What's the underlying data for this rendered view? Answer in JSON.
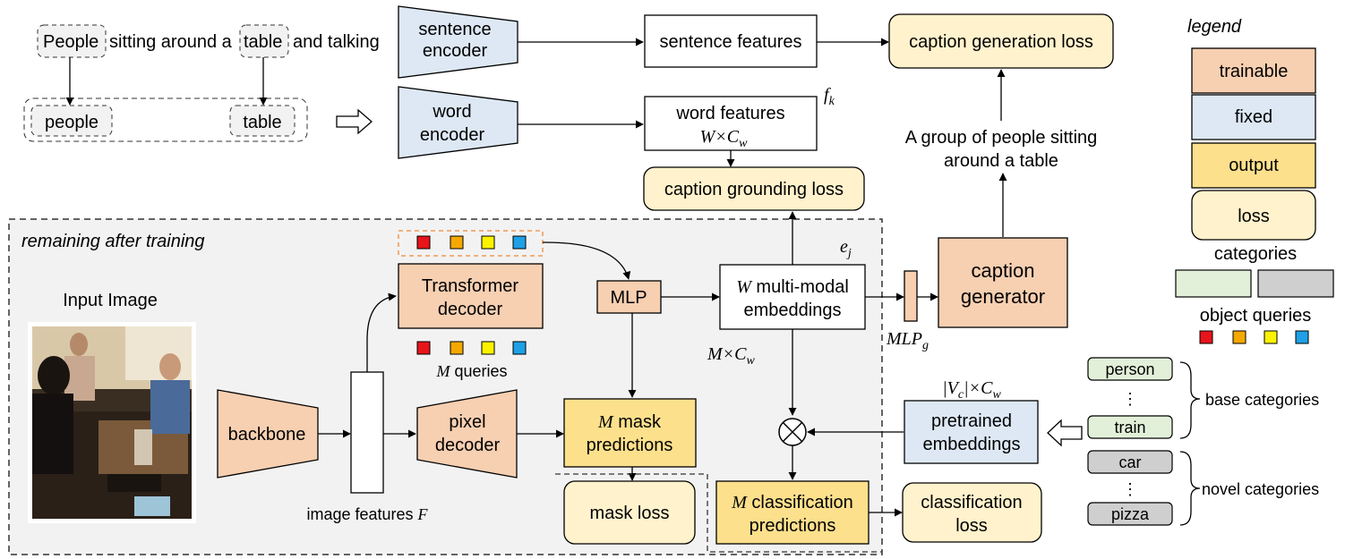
{
  "colors": {
    "trainable": "#f7cfb1",
    "fixed": "#dde8f4",
    "output": "#fde08c",
    "loss": "#fff2cc",
    "base_category": "#e2f0d9",
    "novel_category": "#cfcfcf",
    "region": "#f2f2f2",
    "query_red": "#e8141b",
    "query_orange": "#f5a800",
    "query_yellow": "#fcf200",
    "query_blue": "#1ea0e6"
  },
  "sentence": {
    "word_people": "People",
    "mid_text": "sitting around a",
    "word_table": "table",
    "end_text": "and talking"
  },
  "extracted_nouns": {
    "people": "people",
    "table": "table"
  },
  "blocks": {
    "sentence_encoder": "sentence encoder",
    "word_encoder": "word encoder",
    "sentence_features": "sentence features",
    "word_features": "word features",
    "word_features_dim": "W×C",
    "word_features_dim_sub": "w",
    "f_k": "f",
    "f_k_sub": "k",
    "caption_generation_loss": "caption generation loss",
    "caption_grounding_loss": "caption grounding loss",
    "generated_caption": "A group of people sitting around a table",
    "transformer_decoder": "Transformer decoder",
    "mlp": "MLP",
    "multimodal_W": "W",
    "multimodal_text": "multi-modal embeddings",
    "e_j": "e",
    "e_j_sub": "j",
    "mlp_g": "MLP",
    "mlp_g_sub": "g",
    "caption_generator": "caption generator",
    "m_queries_M": "M",
    "m_queries_text": "queries",
    "m_cw": "M×C",
    "m_cw_sub": "w",
    "backbone": "backbone",
    "pixel_decoder": "pixel decoder",
    "mask_predictions_M": "M",
    "mask_predictions_text": "mask predictions",
    "mask_loss": "mask loss",
    "classification_predictions_M": "M",
    "classification_predictions_text": "classification predictions",
    "classification_loss": "classification loss",
    "image_features": "image features",
    "image_features_sym": "F",
    "input_image": "Input Image",
    "region_title": "remaining after training",
    "vc_cw": "|V",
    "vc_cw_sub": "c",
    "vc_cw_tail": "|×C",
    "vc_cw_tail_sub": "w",
    "pretrained_embeddings": "pretrained embeddings"
  },
  "categories": {
    "base": [
      "person",
      "train"
    ],
    "novel": [
      "car",
      "pizza"
    ],
    "base_label": "base categories",
    "novel_label": "novel categories",
    "ellipsis": "⋮"
  },
  "legend": {
    "title": "legend",
    "trainable": "trainable",
    "fixed": "fixed",
    "output": "output",
    "loss": "loss",
    "categories": "categories",
    "object_queries": "object queries"
  }
}
